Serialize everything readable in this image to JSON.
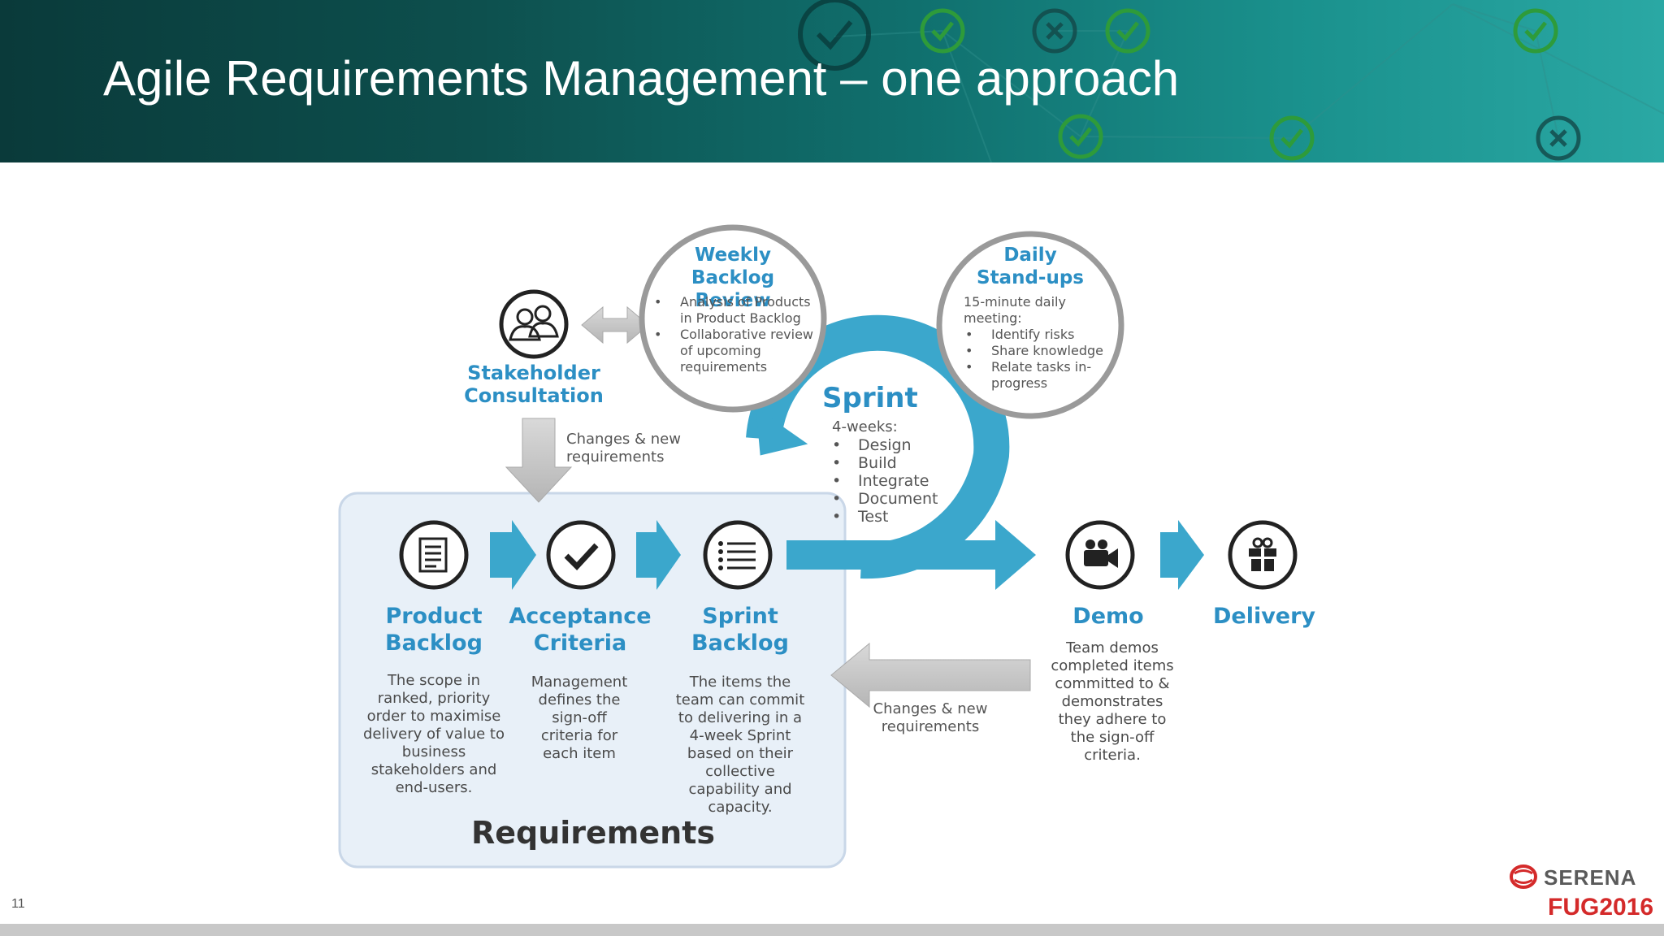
{
  "slide": {
    "title": "Agile Requirements Management – one approach",
    "page_number": "11",
    "brand": "SERENA",
    "event": "FUG2016"
  },
  "colors": {
    "accent_blue": "#2c8fc4",
    "arrow_blue": "#3ba7cc",
    "box_fill": "#e8f0f8",
    "brand_red": "#d42a2a"
  },
  "stakeholder": {
    "title_line1": "Stakeholder",
    "title_line2": "Consultation",
    "icon": "people-icon"
  },
  "changes_top": {
    "line1": "Changes & new",
    "line2": "requirements"
  },
  "changes_bottom": {
    "line1": "Changes & new",
    "line2": "requirements"
  },
  "weekly_review": {
    "title_line1": "Weekly",
    "title_line2": "Backlog Review",
    "items": [
      [
        "Analysis of Products",
        "in Product Backlog"
      ],
      [
        "Collaborative review",
        "of upcoming",
        "requirements"
      ]
    ]
  },
  "daily_standups": {
    "title_line1": "Daily",
    "title_line2": "Stand-ups",
    "intro_line1": "15-minute daily",
    "intro_line2": "meeting:",
    "items": [
      [
        "Identify risks"
      ],
      [
        "Share knowledge"
      ],
      [
        "Relate tasks in-",
        "progress"
      ]
    ]
  },
  "sprint": {
    "title": "Sprint",
    "subtitle": "4-weeks:",
    "items": [
      "Design",
      "Build",
      "Integrate",
      "Document",
      "Test"
    ]
  },
  "steps": [
    {
      "title_line1": "Product",
      "title_line2": "Backlog",
      "icon": "document-icon",
      "desc": [
        "The scope in",
        "ranked, priority",
        "order to maximise",
        "delivery of value to",
        "business",
        "stakeholders and",
        "end-users."
      ]
    },
    {
      "title_line1": "Acceptance",
      "title_line2": "Criteria",
      "icon": "checkmark-icon",
      "desc": [
        "Management",
        "defines the",
        "sign-off",
        "criteria for",
        "each item"
      ]
    },
    {
      "title_line1": "Sprint",
      "title_line2": "Backlog",
      "icon": "list-icon",
      "desc": [
        "The items the",
        "team can commit",
        "to delivering in a",
        "4-week Sprint",
        "based on their",
        "collective",
        "capability and",
        "capacity."
      ]
    },
    {
      "title_line1": "Demo",
      "title_line2": "",
      "icon": "camera-icon",
      "desc": [
        "Team demos",
        "completed items",
        "committed to &",
        "demonstrates",
        "they adhere to",
        "the sign-off",
        "criteria."
      ]
    },
    {
      "title_line1": "Delivery",
      "title_line2": "",
      "icon": "gift-icon",
      "desc": []
    }
  ],
  "requirements_label": "Requirements"
}
